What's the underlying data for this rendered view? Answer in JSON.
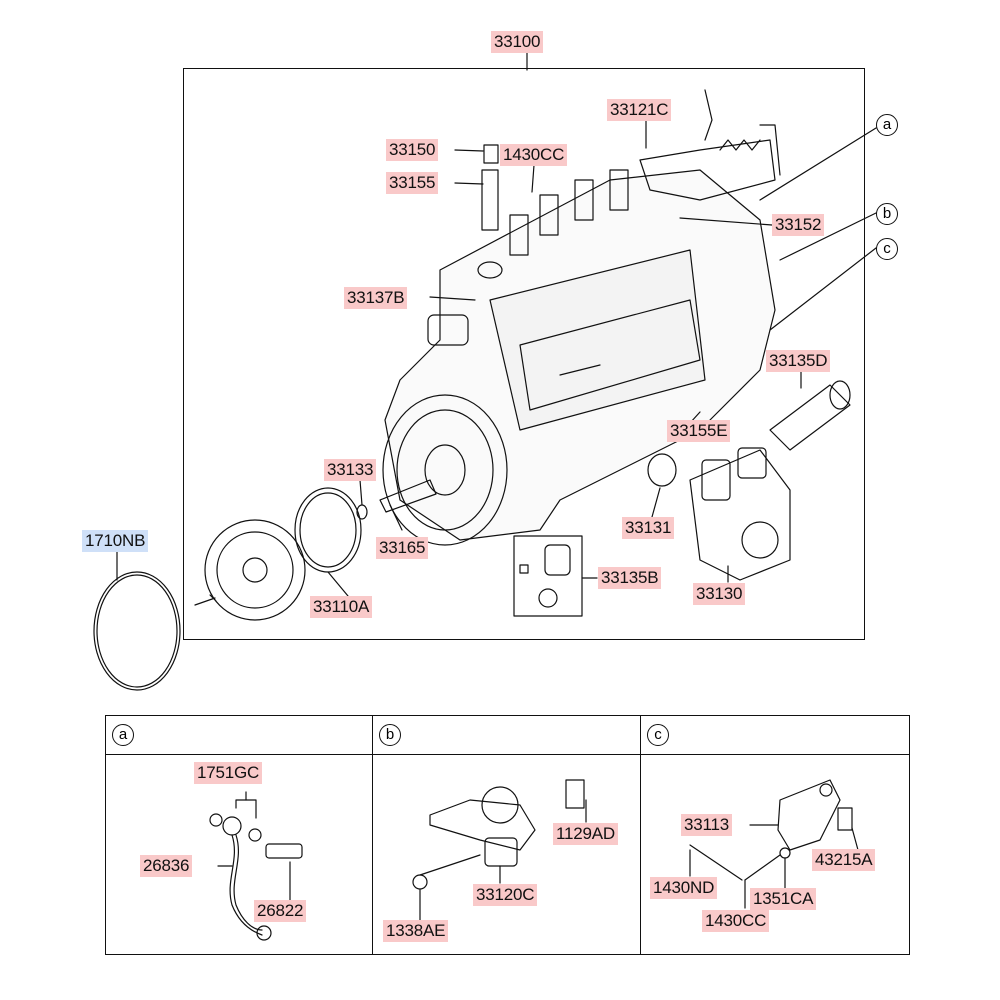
{
  "colors": {
    "label_bg": "#f9c9c9",
    "highlight_bg": "#cfe0f8",
    "line": "#111111"
  },
  "main": {
    "assembly_label": "33100",
    "callouts": {
      "c_33121c": "33121C",
      "c_33150": "33150",
      "c_1430cc": "1430CC",
      "c_33155": "33155",
      "c_33152": "33152",
      "c_33137b": "33137B",
      "c_33135d": "33135D",
      "c_33155e": "33155E",
      "c_33133": "33133",
      "c_33165": "33165",
      "c_33131": "33131",
      "c_33135b": "33135B",
      "c_33130": "33130",
      "c_33110a": "33110A"
    },
    "ref_a": "a",
    "ref_b": "b",
    "ref_c": "c"
  },
  "outside": {
    "oring_label": "1710NB"
  },
  "insets": {
    "a": {
      "letter": "a",
      "labels": {
        "l1": "1751GC",
        "l2": "26836",
        "l3": "26822"
      }
    },
    "b": {
      "letter": "b",
      "labels": {
        "l1": "1129AD",
        "l2": "33120C",
        "l3": "1338AE"
      }
    },
    "c": {
      "letter": "c",
      "labels": {
        "l1": "33113",
        "l2": "43215A",
        "l3": "1430ND",
        "l4": "1351CA",
        "l5": "1430CC"
      }
    }
  }
}
